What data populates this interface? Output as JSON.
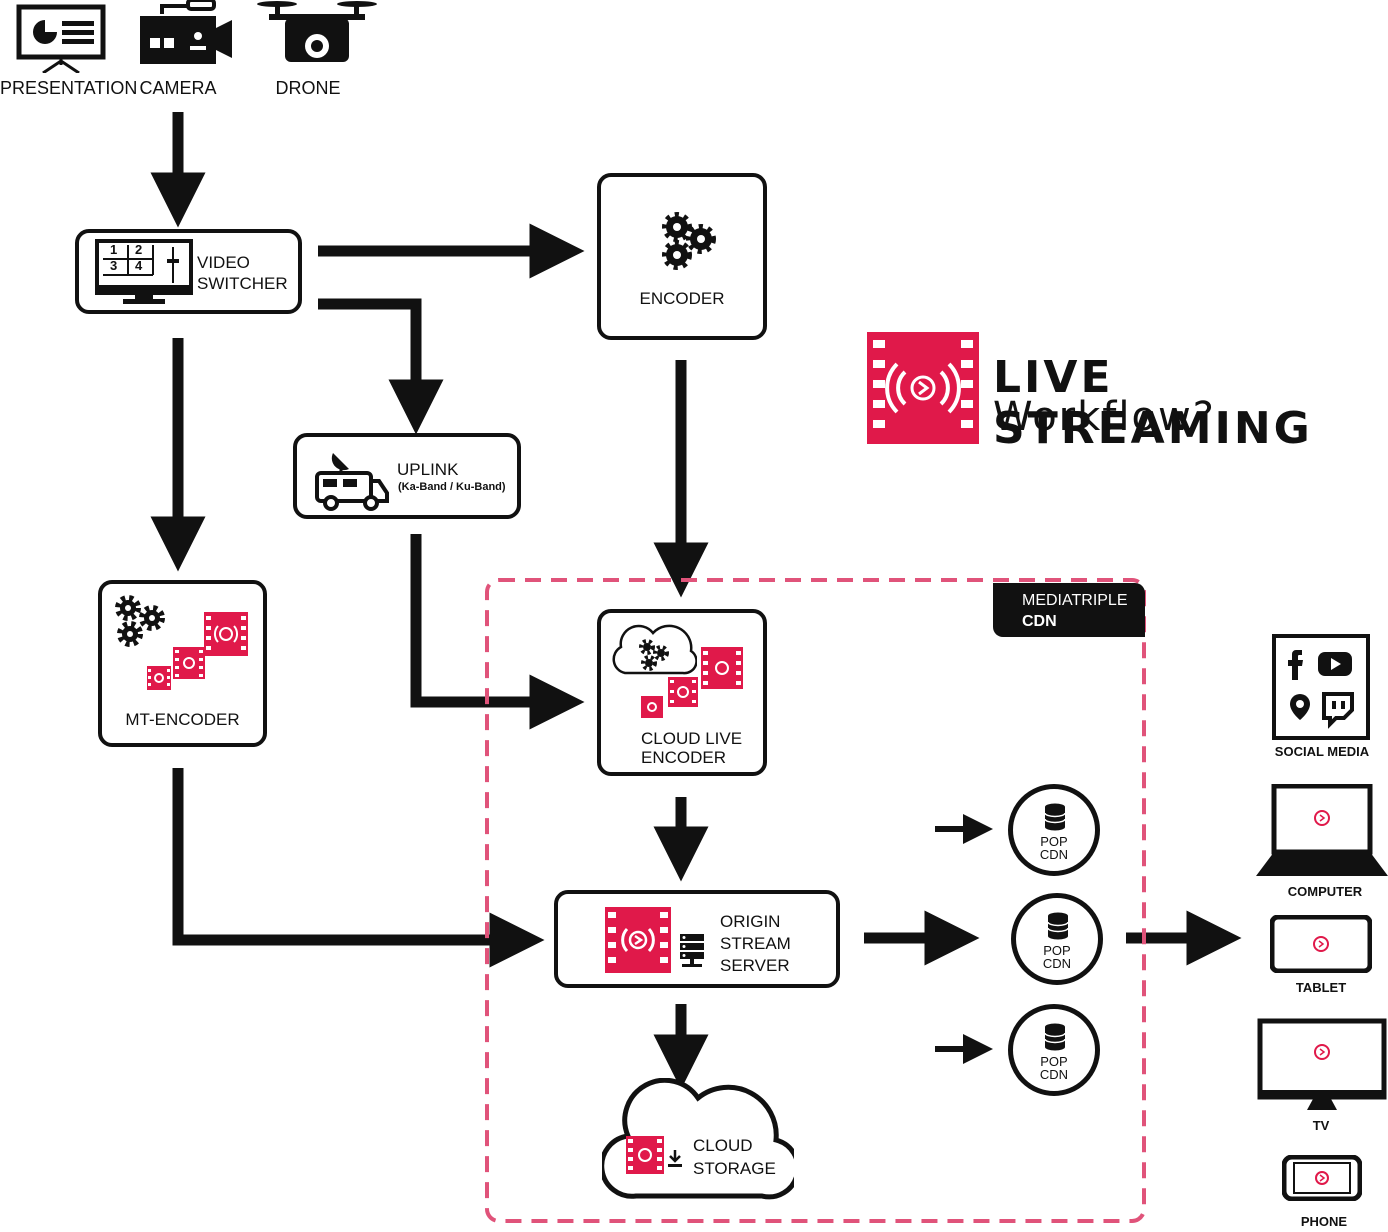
{
  "header": {
    "title_line1": "LIVE STREAMING",
    "title_line2": "Workflow?"
  },
  "sources": {
    "presentation": "PRESENTATION",
    "camera": "CAMERA",
    "drone": "DRONE"
  },
  "nodes": {
    "video_switcher": "VIDEO\nSWITCHER",
    "switcher_cells": [
      "1",
      "2",
      "3",
      "4"
    ],
    "encoder": "ENCODER",
    "uplink": "UPLINK",
    "uplink_sub": "(Ka-Band / Ku-Band)",
    "mt_encoder": "MT-ENCODER",
    "cloud_live_encoder": "CLOUD LIVE\nENCODER",
    "origin_stream_server": "ORIGIN\nSTREAM\nSERVER",
    "cloud_storage": "CLOUD\nSTORAGE"
  },
  "cdn": {
    "tag_line1": "MEDIATRIPLE",
    "tag_line2": "CDN",
    "pops": [
      "POP\nCDN",
      "POP\nCDN",
      "POP\nCDN"
    ]
  },
  "devices": {
    "social_media": "SOCIAL MEDIA",
    "computer": "COMPUTER",
    "tablet": "TABLET",
    "tv": "TV",
    "phone": "PHONE"
  },
  "colors": {
    "accent": "#E0194A",
    "dash": "#E0537A",
    "ink": "#111111"
  }
}
